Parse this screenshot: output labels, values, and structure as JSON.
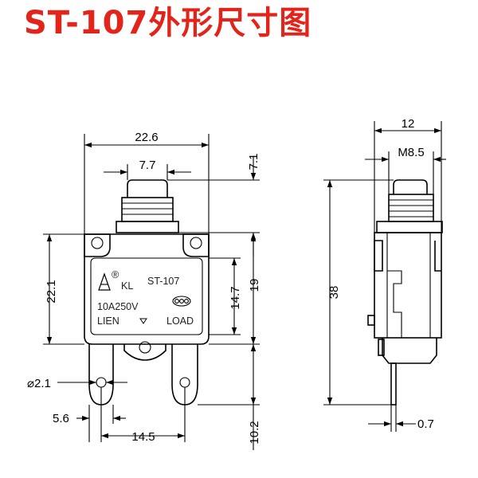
{
  "title": "ST-107外形尺寸图",
  "colors": {
    "title": "#e3241b",
    "line": "#000000"
  },
  "front_view": {
    "dimensions": {
      "width": "22.6",
      "button_width": "7.7",
      "button_height": "7.1",
      "body_height": "22.1",
      "inner_height": "14.7",
      "mid_height": "19",
      "hole_diameter": "⌀2.1",
      "terminal_offset": "5.6",
      "terminal_pitch": "14.5",
      "terminal_length": "10.2"
    },
    "labels": {
      "brand": "KL",
      "model": "ST-107",
      "rating": "10A250V",
      "line": "LIEN",
      "load": "LOAD",
      "registered": "®"
    }
  },
  "side_view": {
    "dimensions": {
      "width": "12",
      "thread": "M8.5",
      "total_height": "38",
      "terminal_thickness": "0.7"
    }
  }
}
